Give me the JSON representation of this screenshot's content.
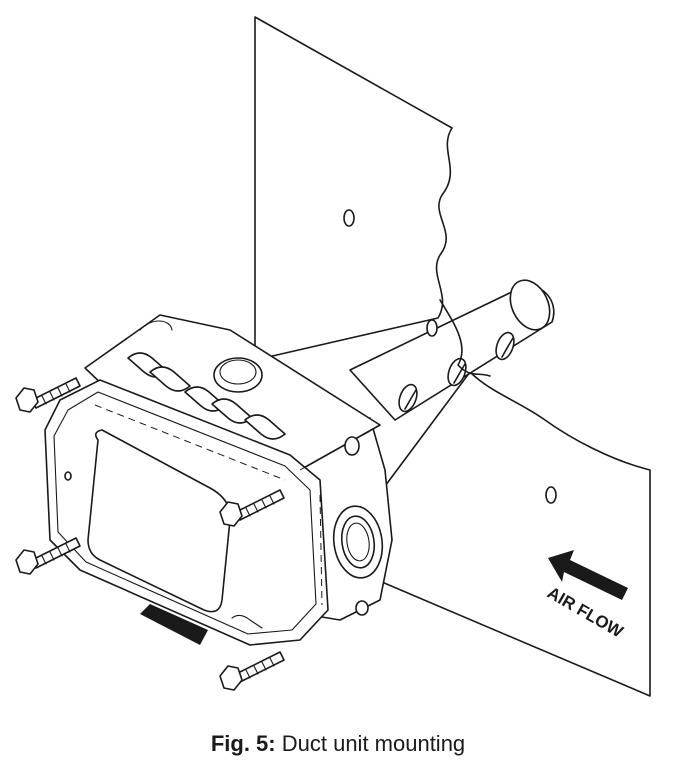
{
  "figure": {
    "airflow_label": "AIR FLOW",
    "caption_label": "Fig. 5:",
    "caption_text": "Duct unit mounting"
  }
}
